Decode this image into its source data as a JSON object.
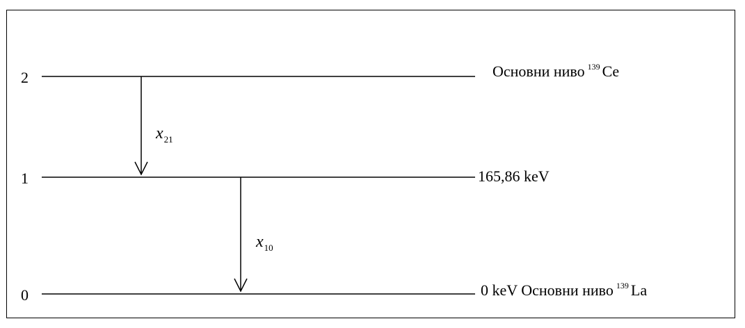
{
  "levels": [
    {
      "index": "2",
      "label_text": "Основни ниво",
      "label_sup": "139",
      "label_element": "Ce"
    },
    {
      "index": "1",
      "label_text": "165,86 keV"
    },
    {
      "index": "0",
      "label_text": "0 keV Основни ниво",
      "label_sup": "139",
      "label_element": "La"
    }
  ],
  "transitions": [
    {
      "symbol": "x",
      "subscript": "21"
    },
    {
      "symbol": "x",
      "subscript": "10"
    }
  ]
}
